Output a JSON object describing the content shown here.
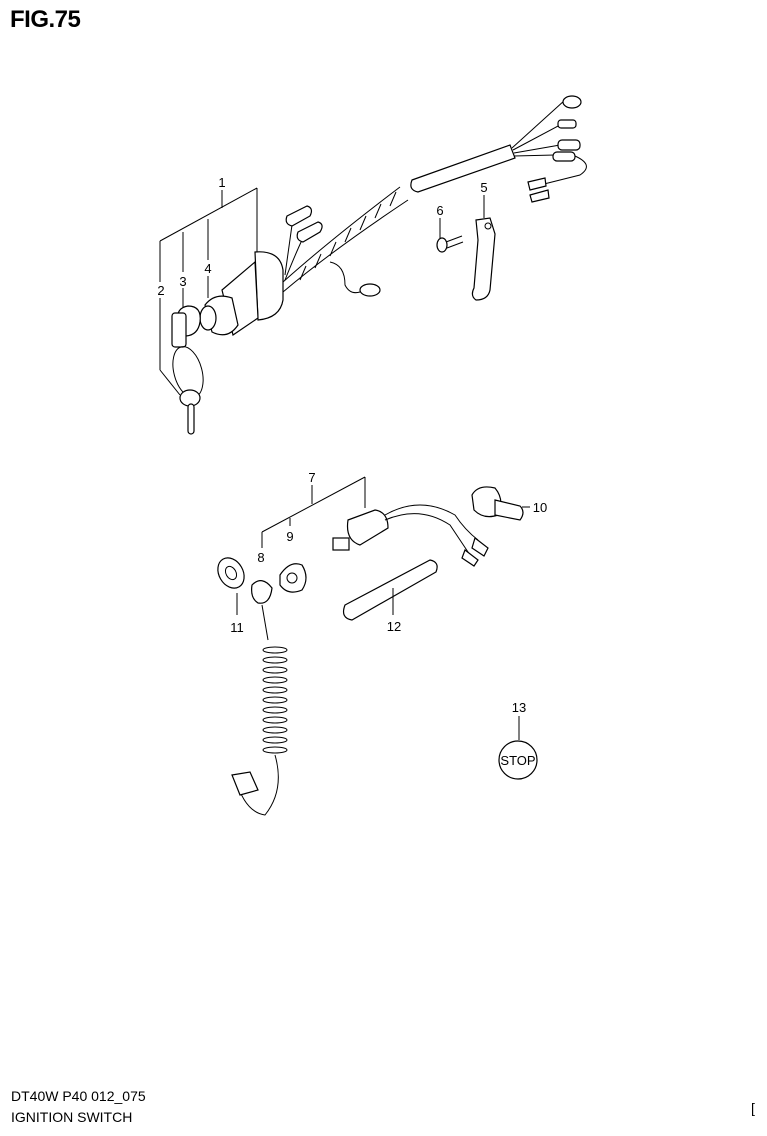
{
  "figure": {
    "title": "FIG.75"
  },
  "footer": {
    "model_code": "DT40W P40 012_075",
    "section_name": "IGNITION SWITCH",
    "corner_mark": "["
  },
  "callouts": [
    "1",
    "2",
    "3",
    "4",
    "5",
    "6",
    "7",
    "8",
    "9",
    "10",
    "11",
    "12",
    "13"
  ],
  "stop_label": "STOP"
}
